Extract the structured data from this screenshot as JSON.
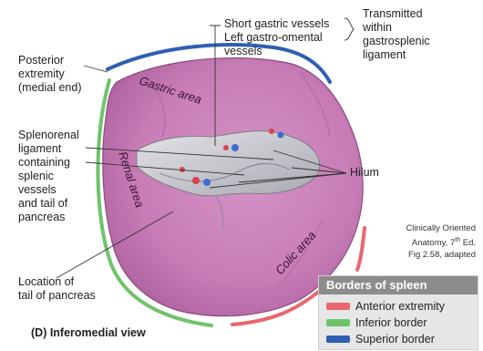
{
  "view_label": "(D) Inferomedial view",
  "surface_labels": {
    "gastric_area": "Gastric area",
    "renal_area": "Renal area",
    "colic_area": "Colic area"
  },
  "callouts": {
    "vessels_line1": "Short gastric vessels",
    "vessels_line2": "Left gastro-omental",
    "vessels_line3": "vessels",
    "transmitted_line1": "Transmitted",
    "transmitted_line2": "within",
    "transmitted_line3": "gastrosplenic",
    "transmitted_line4": "ligament",
    "posterior_line1": "Posterior",
    "posterior_line2": "extremity",
    "posterior_line3": "(medial end)",
    "splenorenal_line1": "Splenorenal",
    "splenorenal_line2": "ligament",
    "splenorenal_line3": "containing",
    "splenorenal_line4": "splenic",
    "splenorenal_line5": "vessels",
    "splenorenal_line6": "and tail of",
    "splenorenal_line7": "pancreas",
    "hilum": "Hilum",
    "location_line1": "Location of",
    "location_line2": "tail of pancreas"
  },
  "citation": {
    "line1": "Clinically Oriented",
    "line2": "Anatomy, 7",
    "line2_sup": "th",
    "line2_end": " Ed.",
    "line3": "Fig 2.58, adapted"
  },
  "legend": {
    "title": "Borders of spleen",
    "items": [
      {
        "label": "Anterior extremity",
        "color": "#e8676f"
      },
      {
        "label": "Inferior border",
        "color": "#6fc46a"
      },
      {
        "label": "Superior border",
        "color": "#2f5fb3"
      }
    ]
  },
  "colors": {
    "spleen_fill": "#c77cb6",
    "spleen_dark": "#a65a98",
    "hilum_fill": "#c9c9cf",
    "anterior_border": "#e8676f",
    "inferior_border": "#6fc46a",
    "superior_border": "#2f5fb3"
  }
}
